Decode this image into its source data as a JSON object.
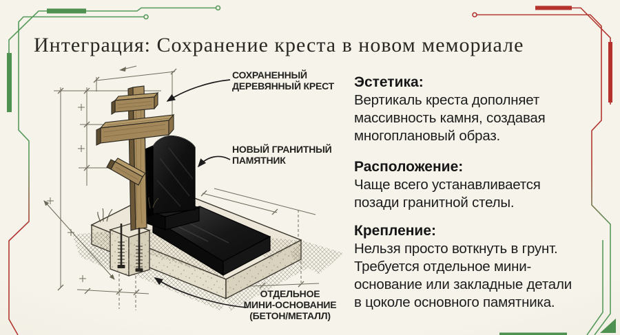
{
  "title": "Интеграция: Сохранение креста в новом мемориале",
  "diagram_labels": {
    "cross": "СОХРАНЕННЫЙ\nДЕРЕВЯННЫЙ КРЕСТ",
    "monument": "НОВЫЙ ГРАНИТНЫЙ\nПАМЯТНИК",
    "foundation": "ОТДЕЛЬНОЕ\nМИНИ-ОСНОВАНИЕ\n(БЕТОН/МЕТАЛЛ)"
  },
  "sections": [
    {
      "heading": "Эстетика:",
      "body": "Вертикаль креста дополняет\nмассивность камня, создавая\nмногоплановый образ."
    },
    {
      "heading": "Расположение:",
      "body": "Чаще всего устанавливается\nпозади гранитной стелы."
    },
    {
      "heading": "Крепление:",
      "body": "Нельзя просто воткнуть в грунт.\nТребуется отдельное мини-\nоснование или закладные детали\nв цоколе основного памятника."
    }
  ],
  "colors": {
    "background": "#f3f1e8",
    "accent_green": "#569a5b",
    "accent_green_bar": "#4f9150",
    "accent_red": "#b23530",
    "accent_red_bar": "#b5322d",
    "ink": "#1f1f1f",
    "pencil": "#5a5444",
    "wood": "#a98e5f",
    "granite": "#0d0d0d",
    "concrete": "#e9e4d4"
  }
}
